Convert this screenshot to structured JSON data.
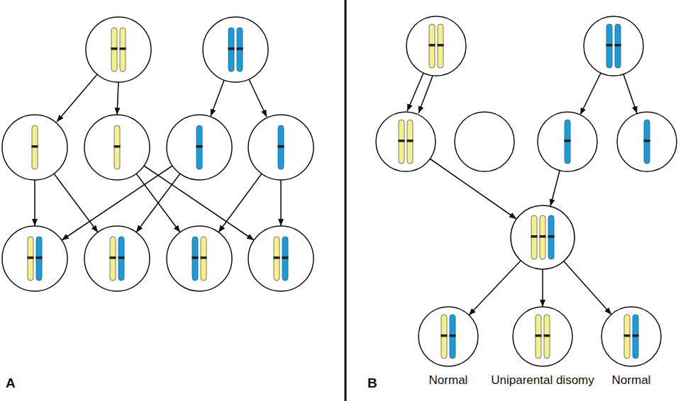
{
  "diagram": {
    "nodes": [
      {
        "text": [
          "Normal"
        ]
      },
      {
        "text": [
          "Uniparental disomy"
        ]
      },
      {
        "text": [
          "Normal"
        ]
      }
    ],
    "labels": [
      "A",
      "B"
    ]
  }
}
